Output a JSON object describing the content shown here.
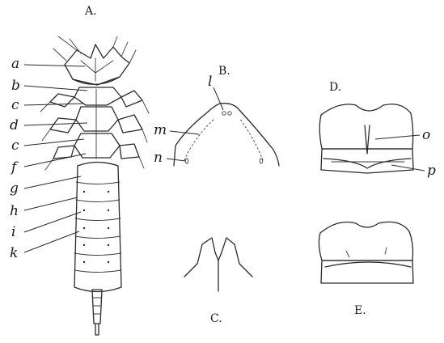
{
  "panels": {
    "A": "A.",
    "B": "B.",
    "C": "C.",
    "D": "D.",
    "E": "E."
  },
  "labels": {
    "a": "a",
    "b": "b",
    "c1": "c",
    "d": "d",
    "c2": "c",
    "f": "f",
    "g": "g",
    "h": "h",
    "i": "i",
    "k": "k",
    "l": "l",
    "m": "m",
    "n": "n",
    "o": "o",
    "p": "p"
  }
}
